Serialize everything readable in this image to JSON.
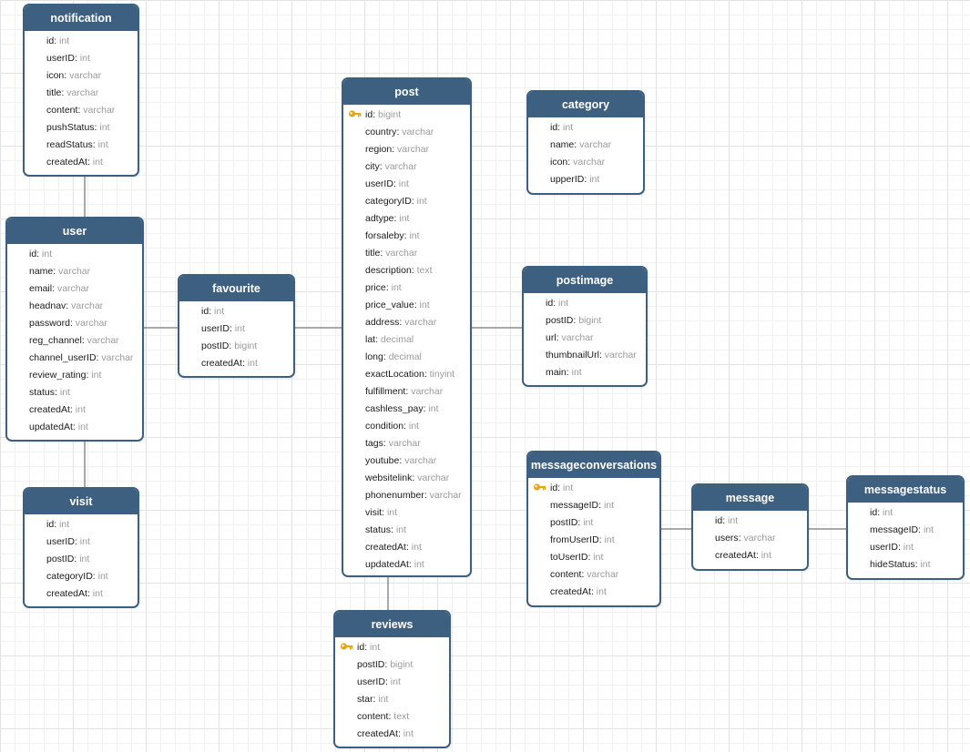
{
  "colors": {
    "header": "#3d5f80",
    "border": "#3d5f80",
    "connector": "#555555",
    "key": "#e8a317",
    "type_text": "#9a9a9a"
  },
  "entities": {
    "notification": {
      "title": "notification",
      "fields": [
        {
          "name": "id",
          "type": "int"
        },
        {
          "name": "userID",
          "type": "int"
        },
        {
          "name": "icon",
          "type": "varchar"
        },
        {
          "name": "title",
          "type": "varchar"
        },
        {
          "name": "content",
          "type": "varchar"
        },
        {
          "name": "pushStatus",
          "type": "int"
        },
        {
          "name": "readStatus",
          "type": "int"
        },
        {
          "name": "createdAt",
          "type": "int"
        }
      ]
    },
    "user": {
      "title": "user",
      "fields": [
        {
          "name": "id",
          "type": "int"
        },
        {
          "name": "name",
          "type": "varchar"
        },
        {
          "name": "email",
          "type": "varchar"
        },
        {
          "name": "headnav",
          "type": "varchar"
        },
        {
          "name": "password",
          "type": "varchar"
        },
        {
          "name": "reg_channel",
          "type": "varchar"
        },
        {
          "name": "channel_userID",
          "type": "varchar"
        },
        {
          "name": "review_rating",
          "type": "int"
        },
        {
          "name": "status",
          "type": "int"
        },
        {
          "name": "createdAt",
          "type": "int"
        },
        {
          "name": "updatedAt",
          "type": "int"
        }
      ]
    },
    "visit": {
      "title": "visit",
      "fields": [
        {
          "name": "id",
          "type": "int"
        },
        {
          "name": "userID",
          "type": "int"
        },
        {
          "name": "postID",
          "type": "int"
        },
        {
          "name": "categoryID",
          "type": "int"
        },
        {
          "name": "createdAt",
          "type": "int"
        }
      ]
    },
    "favourite": {
      "title": "favourite",
      "fields": [
        {
          "name": "id",
          "type": "int"
        },
        {
          "name": "userID",
          "type": "int"
        },
        {
          "name": "postID",
          "type": "bigint"
        },
        {
          "name": "createdAt",
          "type": "int"
        }
      ]
    },
    "post": {
      "title": "post",
      "fields": [
        {
          "name": "id",
          "type": "bigint",
          "key": true
        },
        {
          "name": "country",
          "type": "varchar"
        },
        {
          "name": "region",
          "type": "varchar"
        },
        {
          "name": "city",
          "type": "varchar"
        },
        {
          "name": "userID",
          "type": "int"
        },
        {
          "name": "categoryID",
          "type": "int"
        },
        {
          "name": "adtype",
          "type": "int"
        },
        {
          "name": "forsaleby",
          "type": "int"
        },
        {
          "name": "title",
          "type": "varchar"
        },
        {
          "name": "description",
          "type": "text"
        },
        {
          "name": "price",
          "type": "int"
        },
        {
          "name": "price_value",
          "type": "int"
        },
        {
          "name": "address",
          "type": "varchar"
        },
        {
          "name": "lat",
          "type": "decimal"
        },
        {
          "name": "long",
          "type": "decimal"
        },
        {
          "name": "exactLocation",
          "type": "tinyint"
        },
        {
          "name": "fulfillment",
          "type": "varchar"
        },
        {
          "name": "cashless_pay",
          "type": "int"
        },
        {
          "name": "condition",
          "type": "int"
        },
        {
          "name": "tags",
          "type": "varchar"
        },
        {
          "name": "youtube",
          "type": "varchar"
        },
        {
          "name": "websitelink",
          "type": "varchar"
        },
        {
          "name": "phonenumber",
          "type": "varchar"
        },
        {
          "name": "visit",
          "type": "int"
        },
        {
          "name": "status",
          "type": "int"
        },
        {
          "name": "createdAt",
          "type": "int"
        },
        {
          "name": "updatedAt",
          "type": "int"
        }
      ]
    },
    "reviews": {
      "title": "reviews",
      "fields": [
        {
          "name": "id",
          "type": "int",
          "key": true
        },
        {
          "name": "postID",
          "type": "bigint"
        },
        {
          "name": "userID",
          "type": "int"
        },
        {
          "name": "star",
          "type": "int"
        },
        {
          "name": "content",
          "type": "text"
        },
        {
          "name": "createdAt",
          "type": "int"
        }
      ]
    },
    "category": {
      "title": "category",
      "fields": [
        {
          "name": "id",
          "type": "int"
        },
        {
          "name": "name",
          "type": "varchar"
        },
        {
          "name": "icon",
          "type": "varchar"
        },
        {
          "name": "upperID",
          "type": "int"
        }
      ]
    },
    "postimage": {
      "title": "postimage",
      "fields": [
        {
          "name": "id",
          "type": "int"
        },
        {
          "name": "postID",
          "type": "bigint"
        },
        {
          "name": "url",
          "type": "varchar"
        },
        {
          "name": "thumbnailUrl",
          "type": "varchar"
        },
        {
          "name": "main",
          "type": "int"
        }
      ]
    },
    "messageconversations": {
      "title": "messageconversations",
      "fields": [
        {
          "name": "id",
          "type": "int",
          "key": true
        },
        {
          "name": "messageID",
          "type": "int"
        },
        {
          "name": "postID",
          "type": "int"
        },
        {
          "name": "fromUserID",
          "type": "int"
        },
        {
          "name": "toUserID",
          "type": "int"
        },
        {
          "name": "content",
          "type": "varchar"
        },
        {
          "name": "createdAt",
          "type": "int"
        }
      ]
    },
    "message": {
      "title": "message",
      "fields": [
        {
          "name": "id",
          "type": "int"
        },
        {
          "name": "users",
          "type": "varchar"
        },
        {
          "name": "createdAt",
          "type": "int"
        }
      ]
    },
    "messagestatus": {
      "title": "messagestatus",
      "fields": [
        {
          "name": "id",
          "type": "int"
        },
        {
          "name": "messageID",
          "type": "int"
        },
        {
          "name": "userID",
          "type": "int"
        },
        {
          "name": "hideStatus",
          "type": "int"
        }
      ]
    }
  }
}
